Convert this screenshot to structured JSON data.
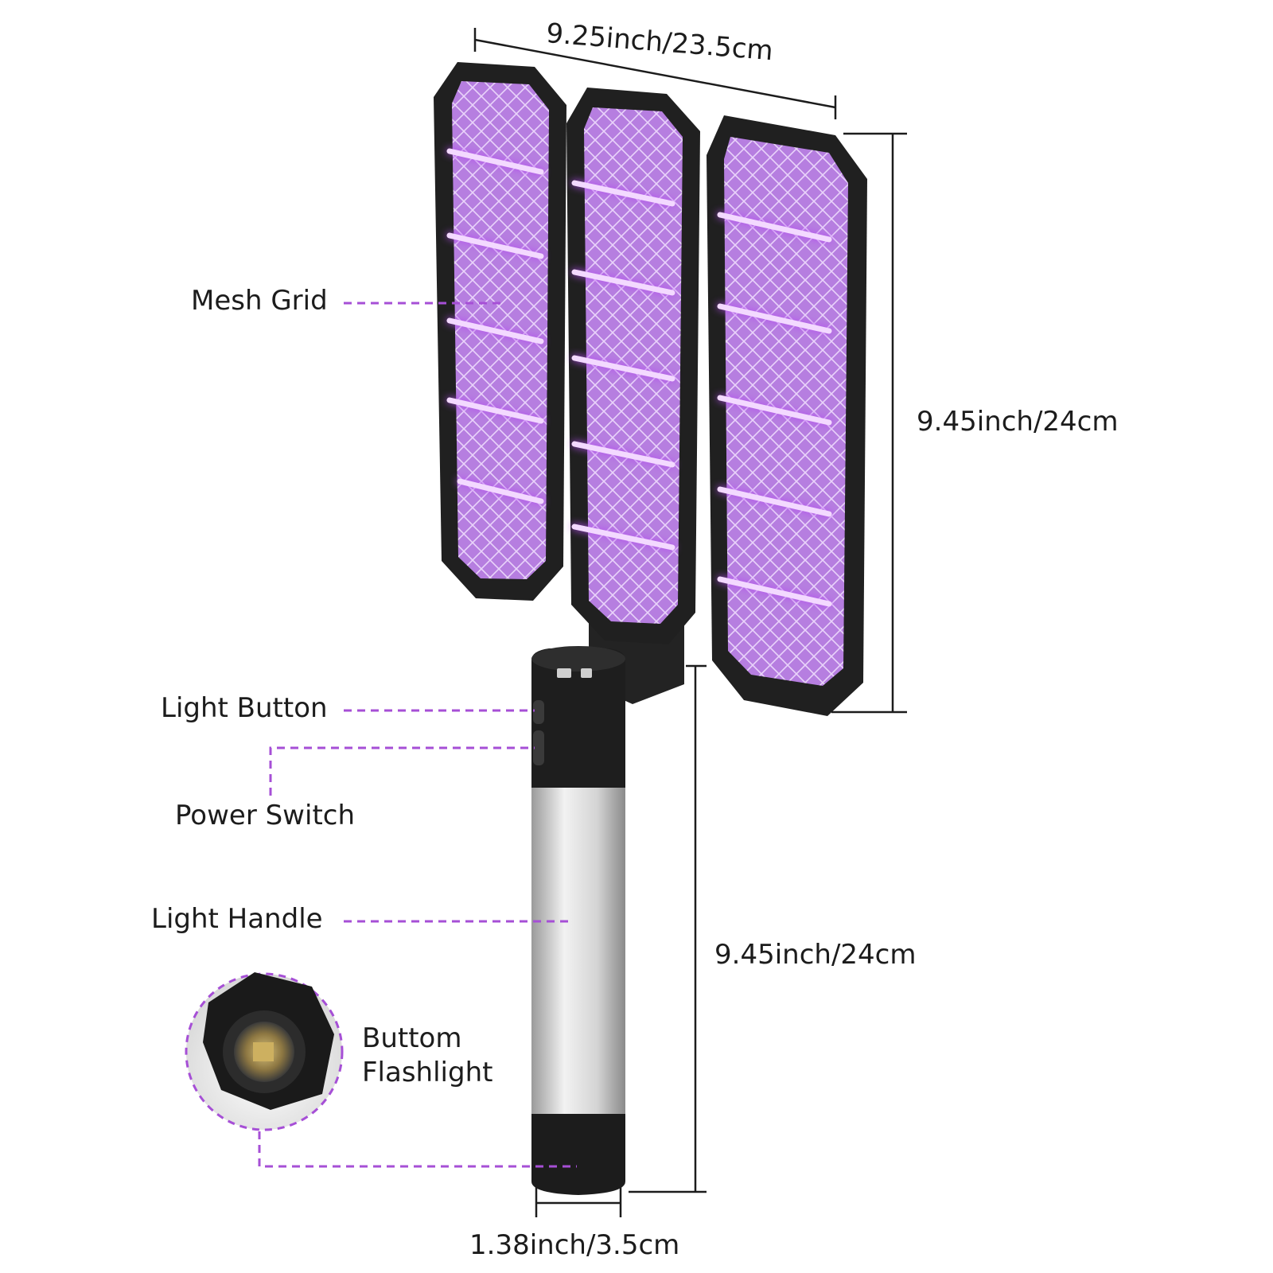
{
  "colors": {
    "accent": "#a64fd6",
    "uv_glow": "#c06bf0",
    "frame": "#1f1f1f",
    "text": "#1c1c1c"
  },
  "dimensions": {
    "width": "9.25inch/23.5cm",
    "head_height": "9.45inch/24cm",
    "handle_length": "9.45inch/24cm",
    "handle_diameter": "1.38inch/3.5cm"
  },
  "callouts": {
    "mesh_grid": "Mesh Grid",
    "light_button": "Light Button",
    "power_switch": "Power Switch",
    "light_handle": "Light Handle",
    "bottom_flashlight_line1": "Buttom",
    "bottom_flashlight_line2": "Flashlight"
  }
}
